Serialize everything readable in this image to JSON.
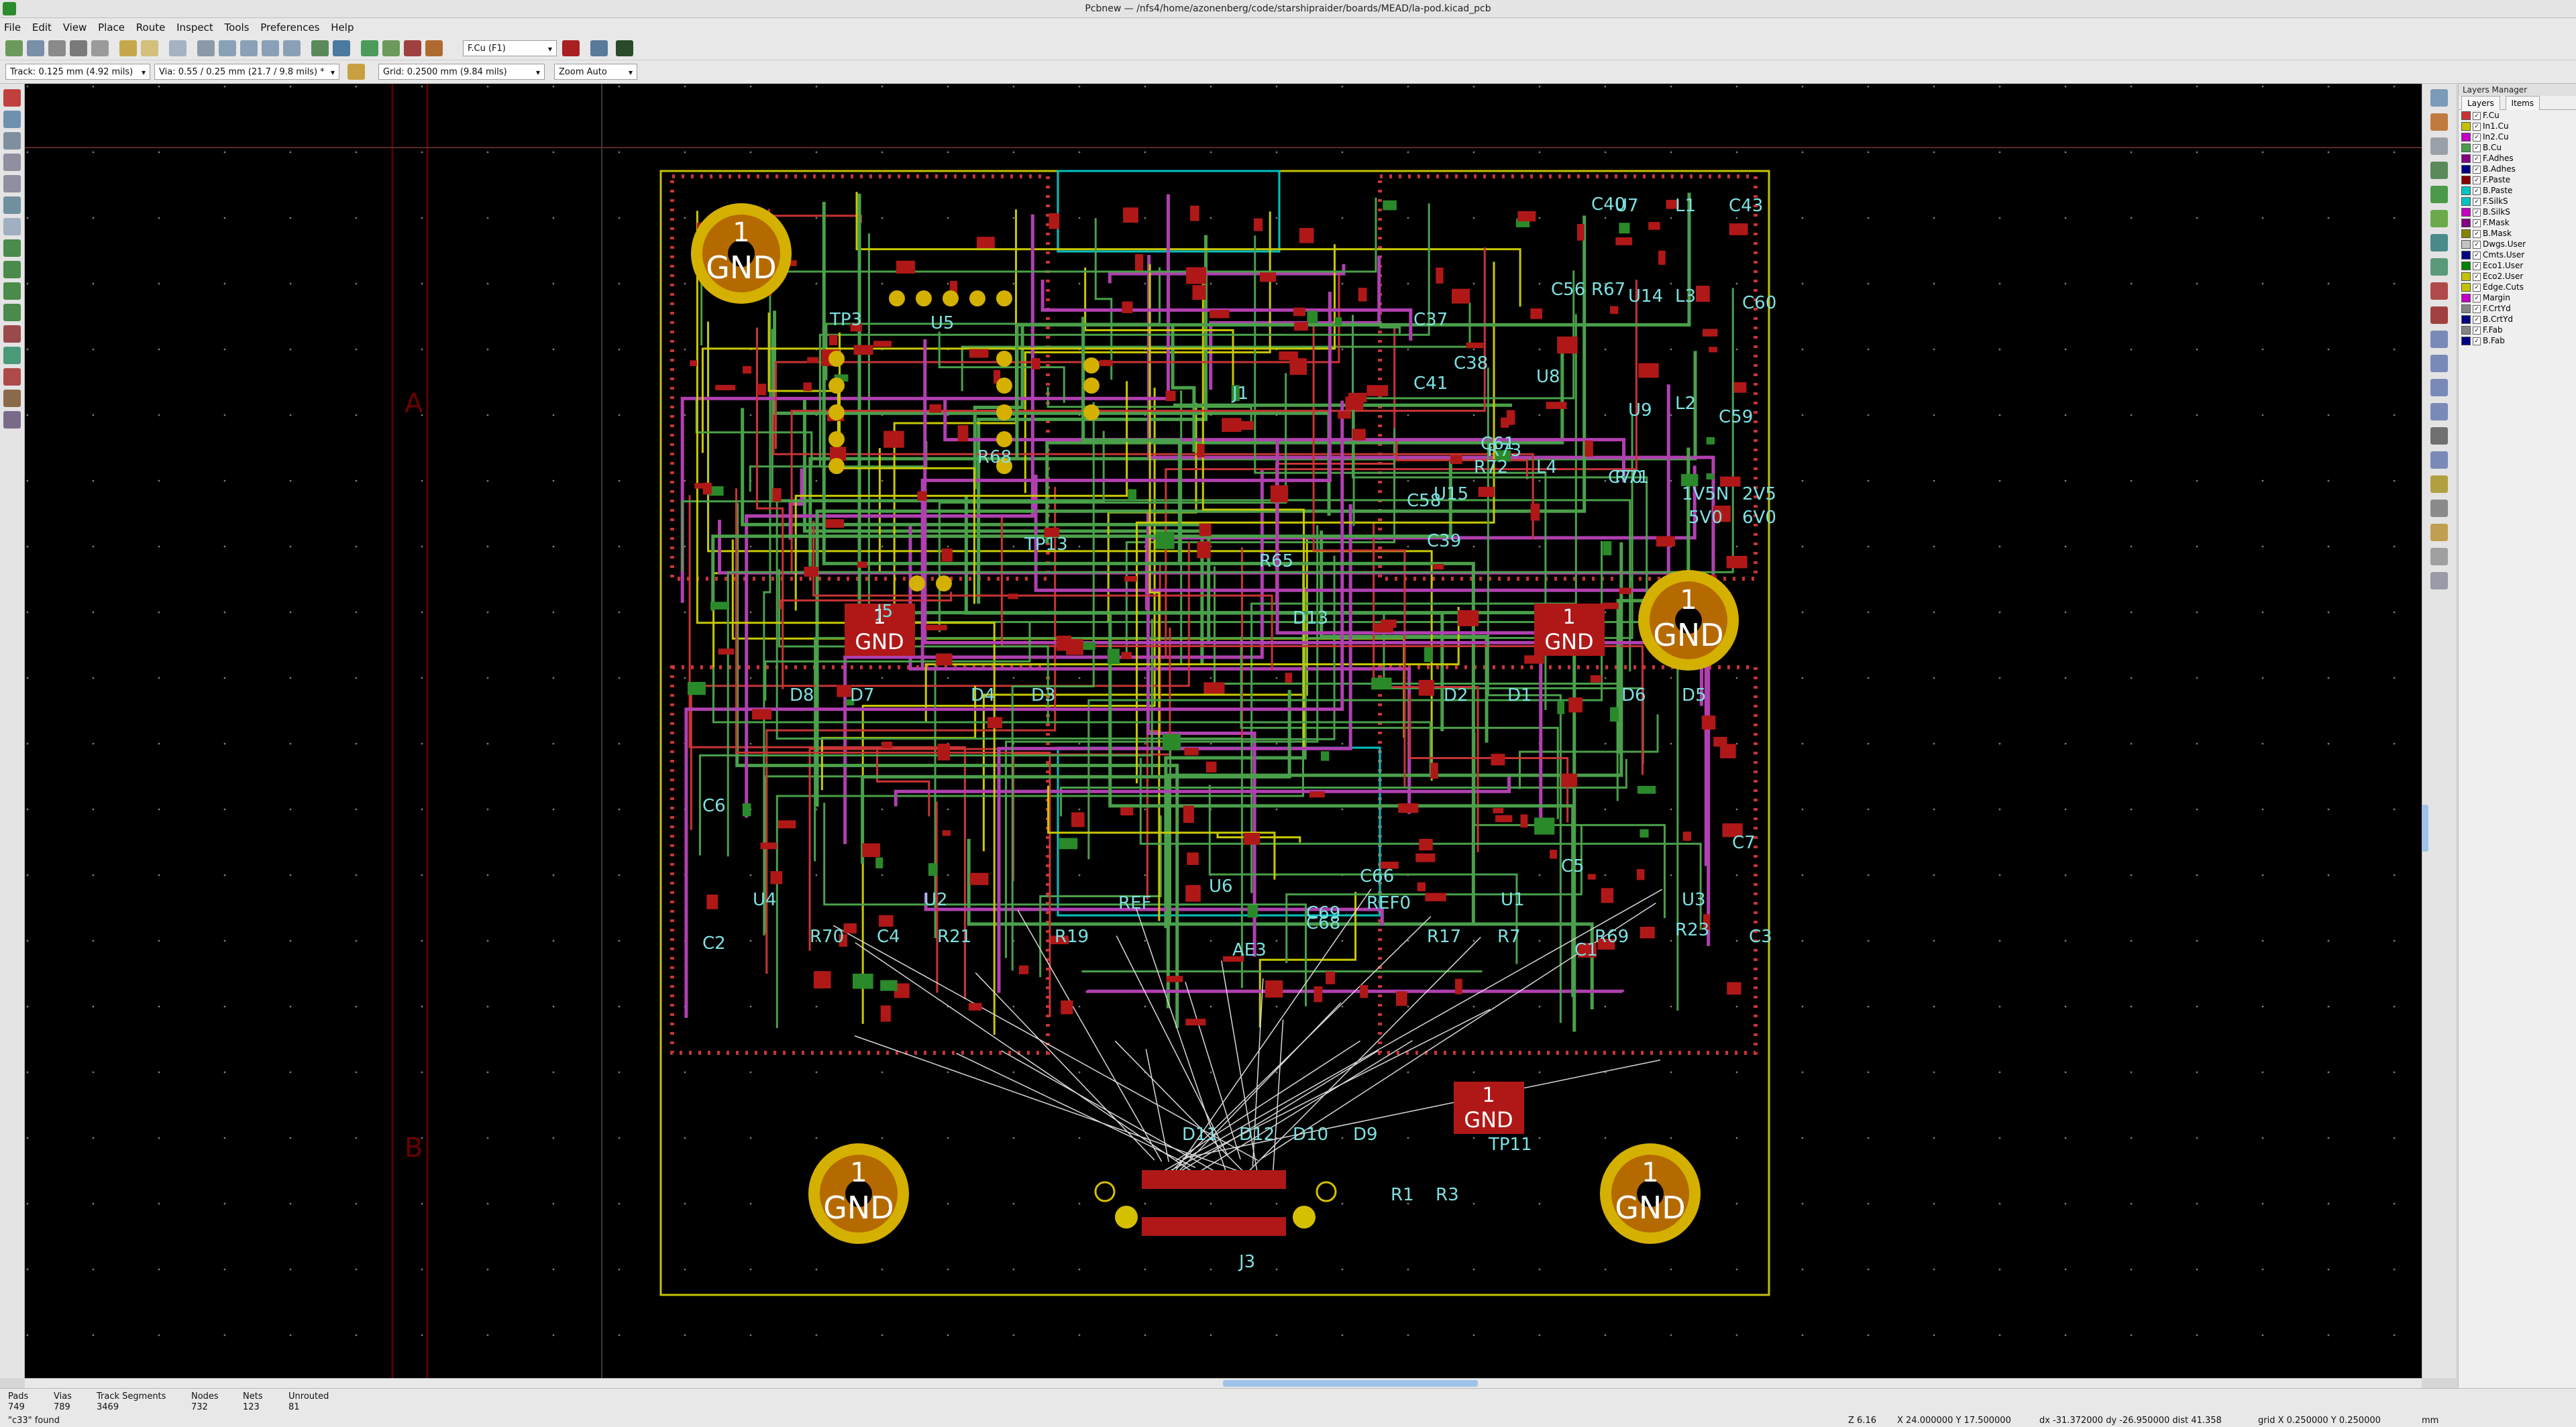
{
  "window": {
    "title": "Pcbnew — /nfs4/home/azonenberg/code/starshipraider/boards/MEAD/la-pod.kicad_pcb"
  },
  "menu": [
    "File",
    "Edit",
    "View",
    "Place",
    "Route",
    "Inspect",
    "Tools",
    "Preferences",
    "Help"
  ],
  "toolbar": {
    "layer_select": "F.Cu (F1)",
    "track_width": "Track: 0.125 mm (4.92 mils)",
    "via_size": "Via: 0.55 / 0.25 mm (21.7 / 9.8 mils) *",
    "grid": "Grid: 0.2500 mm (9.84 mils)",
    "zoom": "Zoom Auto"
  },
  "layers_manager": {
    "title": "Layers Manager",
    "tabs": [
      "Layers",
      "Items"
    ],
    "layers": [
      {
        "name": "F.Cu",
        "color": "#c83434"
      },
      {
        "name": "In1.Cu",
        "color": "#c2c200"
      },
      {
        "name": "In2.Cu",
        "color": "#c200c2"
      },
      {
        "name": "B.Cu",
        "color": "#4a9e4a"
      },
      {
        "name": "F.Adhes",
        "color": "#840084"
      },
      {
        "name": "B.Adhes",
        "color": "#000084"
      },
      {
        "name": "F.Paste",
        "color": "#840000"
      },
      {
        "name": "B.Paste",
        "color": "#00c2c2"
      },
      {
        "name": "F.SilkS",
        "color": "#00c2c2"
      },
      {
        "name": "B.SilkS",
        "color": "#c200c2"
      },
      {
        "name": "F.Mask",
        "color": "#840084"
      },
      {
        "name": "B.Mask",
        "color": "#848400"
      },
      {
        "name": "Dwgs.User",
        "color": "#c2c2c2"
      },
      {
        "name": "Cmts.User",
        "color": "#000084"
      },
      {
        "name": "Eco1.User",
        "color": "#008400"
      },
      {
        "name": "Eco2.User",
        "color": "#c2c200"
      },
      {
        "name": "Edge.Cuts",
        "color": "#c2c200"
      },
      {
        "name": "Margin",
        "color": "#c200c2"
      },
      {
        "name": "F.CrtYd",
        "color": "#848484"
      },
      {
        "name": "B.CrtYd",
        "color": "#000084"
      },
      {
        "name": "F.Fab",
        "color": "#848484"
      },
      {
        "name": "B.Fab",
        "color": "#000084"
      }
    ]
  },
  "status": {
    "pads_label": "Pads",
    "pads": "749",
    "vias_label": "Vias",
    "vias": "789",
    "tracks_label": "Track Segments",
    "tracks": "3469",
    "nodes_label": "Nodes",
    "nodes": "732",
    "nets_label": "Nets",
    "nets": "123",
    "unrouted_label": "Unrouted",
    "unrouted": "81",
    "message": "\"c33\" found",
    "zoom": "Z 6.16",
    "coords": "X 24.000000  Y 17.500000",
    "delta": "dx -31.372000  dy -26.950000  dist 41.358",
    "grid": "grid X 0.250000  Y 0.250000",
    "units": "mm"
  },
  "sheet_letters": [
    "A",
    "B"
  ],
  "pcb": {
    "gnd_label": "GND",
    "pin_one": "1",
    "refs": [
      "TP3",
      "U5",
      "J5",
      "R68",
      "TP13",
      "J1",
      "U7",
      "U14",
      "U8",
      "U9",
      "U15",
      "L1",
      "L3",
      "L2",
      "L4",
      "C40",
      "C43",
      "C56",
      "C60",
      "C37",
      "C38",
      "C41",
      "C59",
      "C70",
      "C61",
      "C39",
      "C58",
      "R67",
      "R73",
      "R72",
      "R71",
      "R65",
      "D13",
      "1V5N",
      "2V5",
      "5V0",
      "6V0",
      "D8",
      "D7",
      "D4",
      "D3",
      "D2",
      "D1",
      "D6",
      "D5",
      "U4",
      "U2",
      "U1",
      "U3",
      "U6",
      "R70",
      "R21",
      "R19",
      "R17",
      "R7",
      "R69",
      "R23",
      "C2",
      "C4",
      "C5",
      "C1",
      "C3",
      "C6",
      "C7",
      "C66",
      "C69",
      "C68",
      "REF",
      "REF0",
      "AE3",
      "D11",
      "D12",
      "D10",
      "D9",
      "TP11",
      "J3",
      "R1",
      "R3"
    ]
  }
}
